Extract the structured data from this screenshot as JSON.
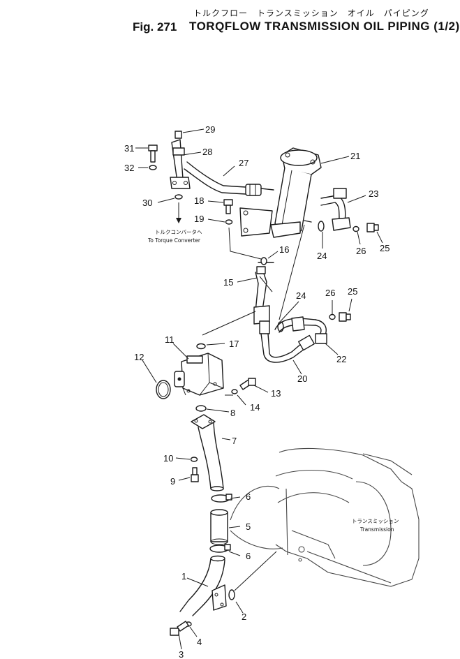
{
  "header": {
    "title_jp": "トルクフロー　トランスミッション　オイル　パイピング",
    "fig_label": "Fig. 271",
    "title_en": "TORQFLOW TRANSMISSION OIL PIPING (1/2)"
  },
  "notes": {
    "torque_converter_jp": "トルクコンバータヘ",
    "torque_converter_en": "To Torque Converter",
    "transmission_jp": "トランスミッション",
    "transmission_en": "Transmission"
  },
  "callouts": {
    "n1": "1",
    "n2": "2",
    "n3": "3",
    "n4": "4",
    "n5": "5",
    "n6a": "6",
    "n6b": "6",
    "n7": "7",
    "n8": "8",
    "n9": "9",
    "n10": "10",
    "n11": "11",
    "n12": "12",
    "n13": "13",
    "n14": "14",
    "n15": "15",
    "n16": "16",
    "n17": "17",
    "n18": "18",
    "n19": "19",
    "n20": "20",
    "n21": "21",
    "n22": "22",
    "n23": "23",
    "n24a": "24",
    "n24b": "24",
    "n25a": "25",
    "n25b": "25",
    "n26a": "26",
    "n26b": "26",
    "n27": "27",
    "n28": "28",
    "n29": "29",
    "n30": "30",
    "n31": "31",
    "n32": "32"
  }
}
